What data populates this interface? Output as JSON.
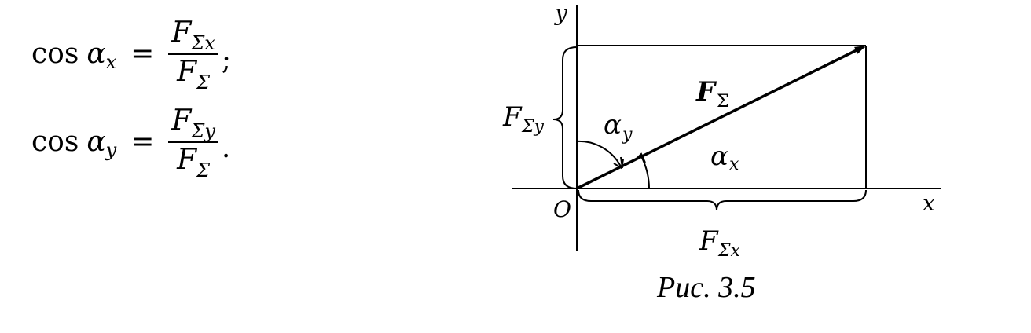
{
  "formulas": [
    {
      "fn": "cos",
      "var": "α",
      "var_sub": "x",
      "num_main": "F",
      "num_sub": "Σx",
      "den_main": "F",
      "den_sub": "Σ",
      "tail": ";"
    },
    {
      "fn": "cos",
      "var": "α",
      "var_sub": "y",
      "num_main": "F",
      "num_sub": "Σy",
      "den_main": "F",
      "den_sub": "Σ",
      "tail": "."
    }
  ],
  "diagram": {
    "axis_x_label": "x",
    "axis_y_label": "y",
    "origin_label": "O",
    "vector_label": "F",
    "vector_label_sub": "Σ",
    "angle_x_label": "α",
    "angle_x_sub": "x",
    "angle_y_label": "α",
    "angle_y_sub": "y",
    "component_y_label": "F",
    "component_y_sub": "Σy",
    "component_x_label": "F",
    "component_x_sub": "Σx"
  },
  "caption": "Рис. 3.5"
}
